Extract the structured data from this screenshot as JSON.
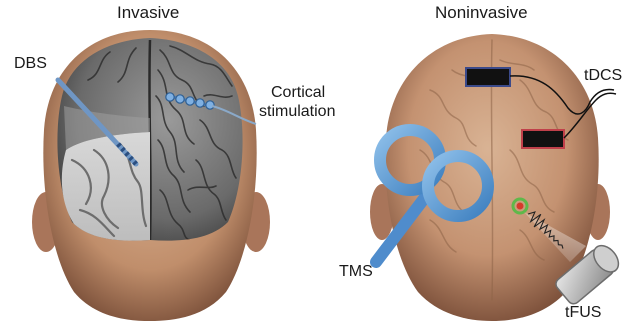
{
  "panels": [
    {
      "title": "Invasive",
      "methods": [
        "DBS",
        "Cortical",
        "stimulation"
      ]
    },
    {
      "title": "Noninvasive",
      "methods": [
        "tDCS",
        "TMS",
        "tFUS"
      ]
    }
  ],
  "colors": {
    "skin": "#c89a78",
    "skin_dark": "#8a5e46",
    "brain_gray": "#7a7a7a",
    "tms_coil": "#5b9bd5",
    "electrode": "#111111",
    "electrode_border_top": "#3b4a8a",
    "electrode_border_right": "#c0404a",
    "tfus_target_outer": "#5fb84a",
    "tfus_target_inner": "#d63b2a",
    "transducer": "#b8b8b8"
  }
}
